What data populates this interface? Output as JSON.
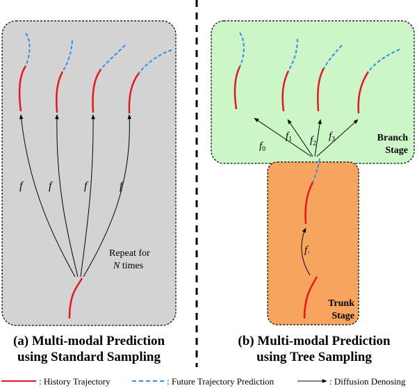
{
  "panel_a": {
    "caption_line1": "(a) Multi-modal Prediction",
    "caption_line2": "using Standard Sampling",
    "repeat_line1": "Repeat for",
    "repeat_n": "N",
    "repeat_line2_rest": " times",
    "f_labels": [
      "f",
      "f",
      "f",
      "f"
    ]
  },
  "panel_b": {
    "caption_line1": "(b) Multi-modal Prediction",
    "caption_line2": "using Tree Sampling",
    "branch_line1": "Branch",
    "branch_line2": "Stage",
    "trunk_line1": "Trunk",
    "trunk_line2": "Stage",
    "branch_f_base": [
      "f",
      "f",
      "f",
      "f"
    ],
    "branch_f_sub": [
      "0",
      "1",
      "2",
      "3"
    ],
    "trunk_f_base": "f",
    "trunk_f_sub": "·"
  },
  "legend": {
    "history": ": History Trajectory",
    "future": ": Future Trajectory Prediction",
    "denoise": ": Diffusion Denosing"
  },
  "colors": {
    "history": "#e8141e",
    "future": "#2f8fe8",
    "panel_a_fill": "#d3d3d3",
    "branch_fill": "#ccf5c8",
    "trunk_fill": "#f7a55e"
  }
}
